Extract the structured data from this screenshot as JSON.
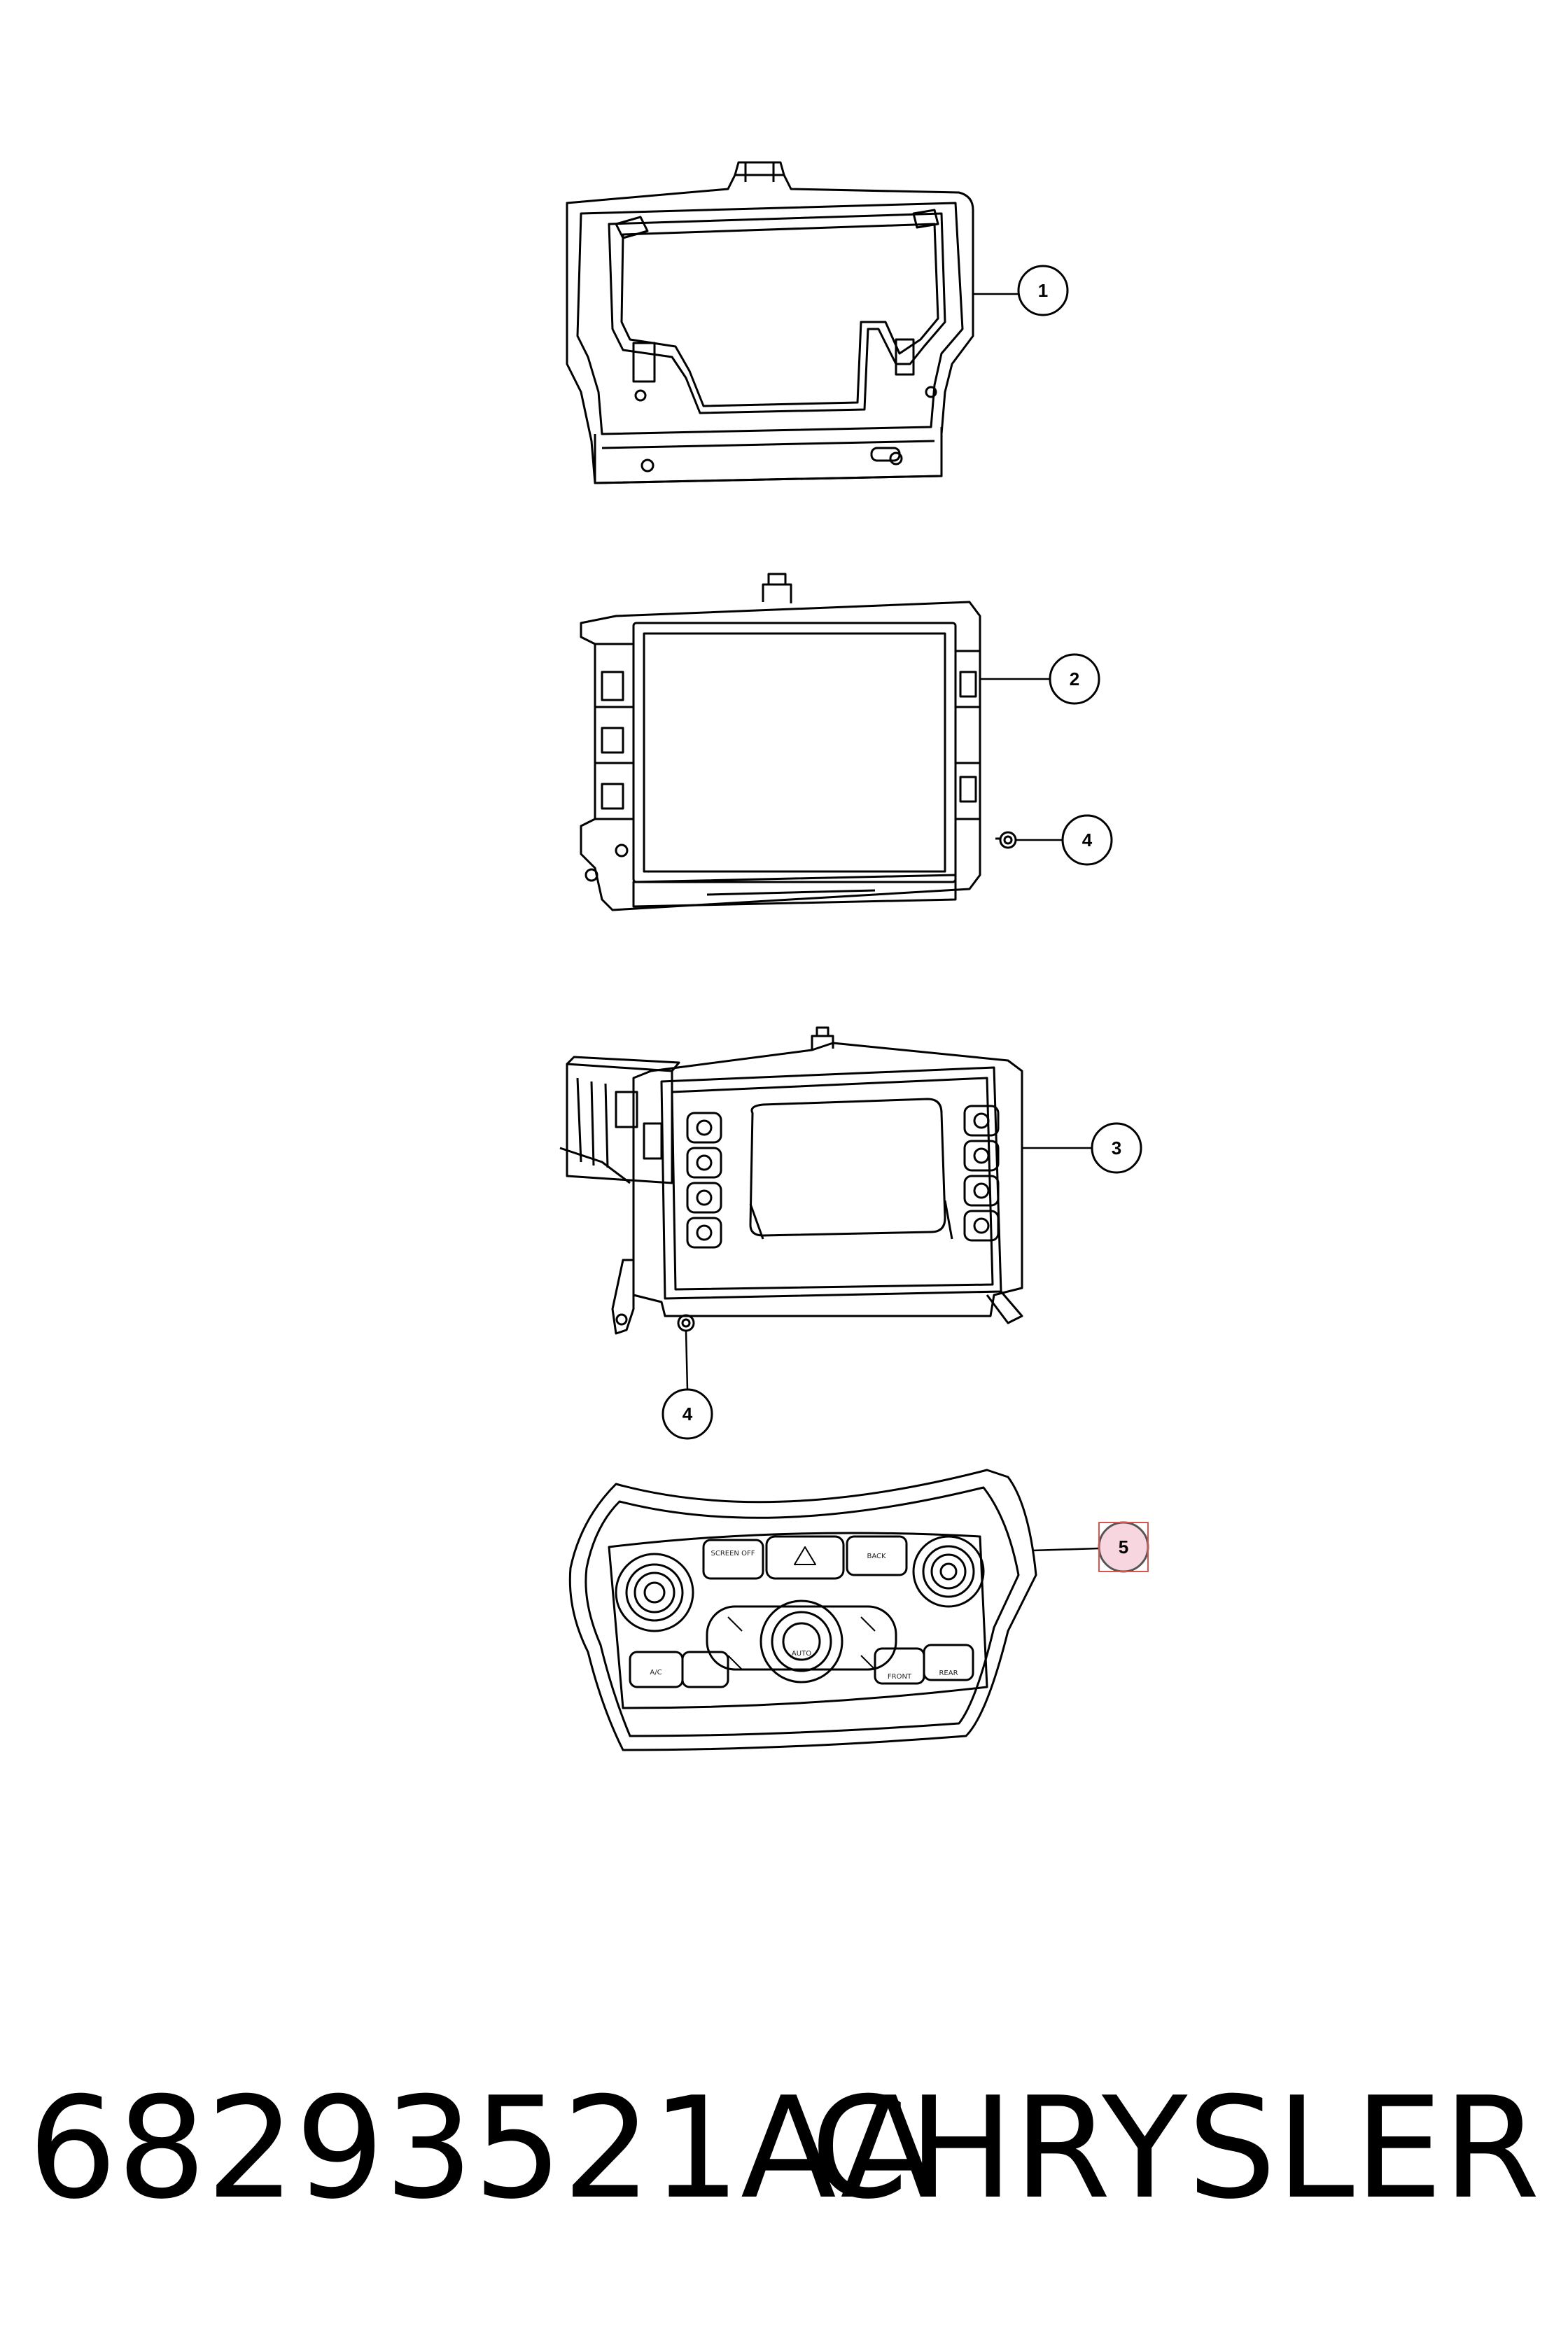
{
  "diagram": {
    "callouts": [
      "1",
      "2",
      "4",
      "3",
      "4",
      "5"
    ],
    "highlighted_callout_color": "#f7d6df",
    "highlight_border_color": "#d9534f",
    "panel_labels": {
      "screen_off": "SCREEN OFF",
      "back": "BACK",
      "ac": "A/C",
      "auto": "AUTO",
      "front": "FRONT",
      "rear": "REAR"
    }
  },
  "footer": {
    "part_number": "68293521AA",
    "brand": "CHRYSLER"
  }
}
